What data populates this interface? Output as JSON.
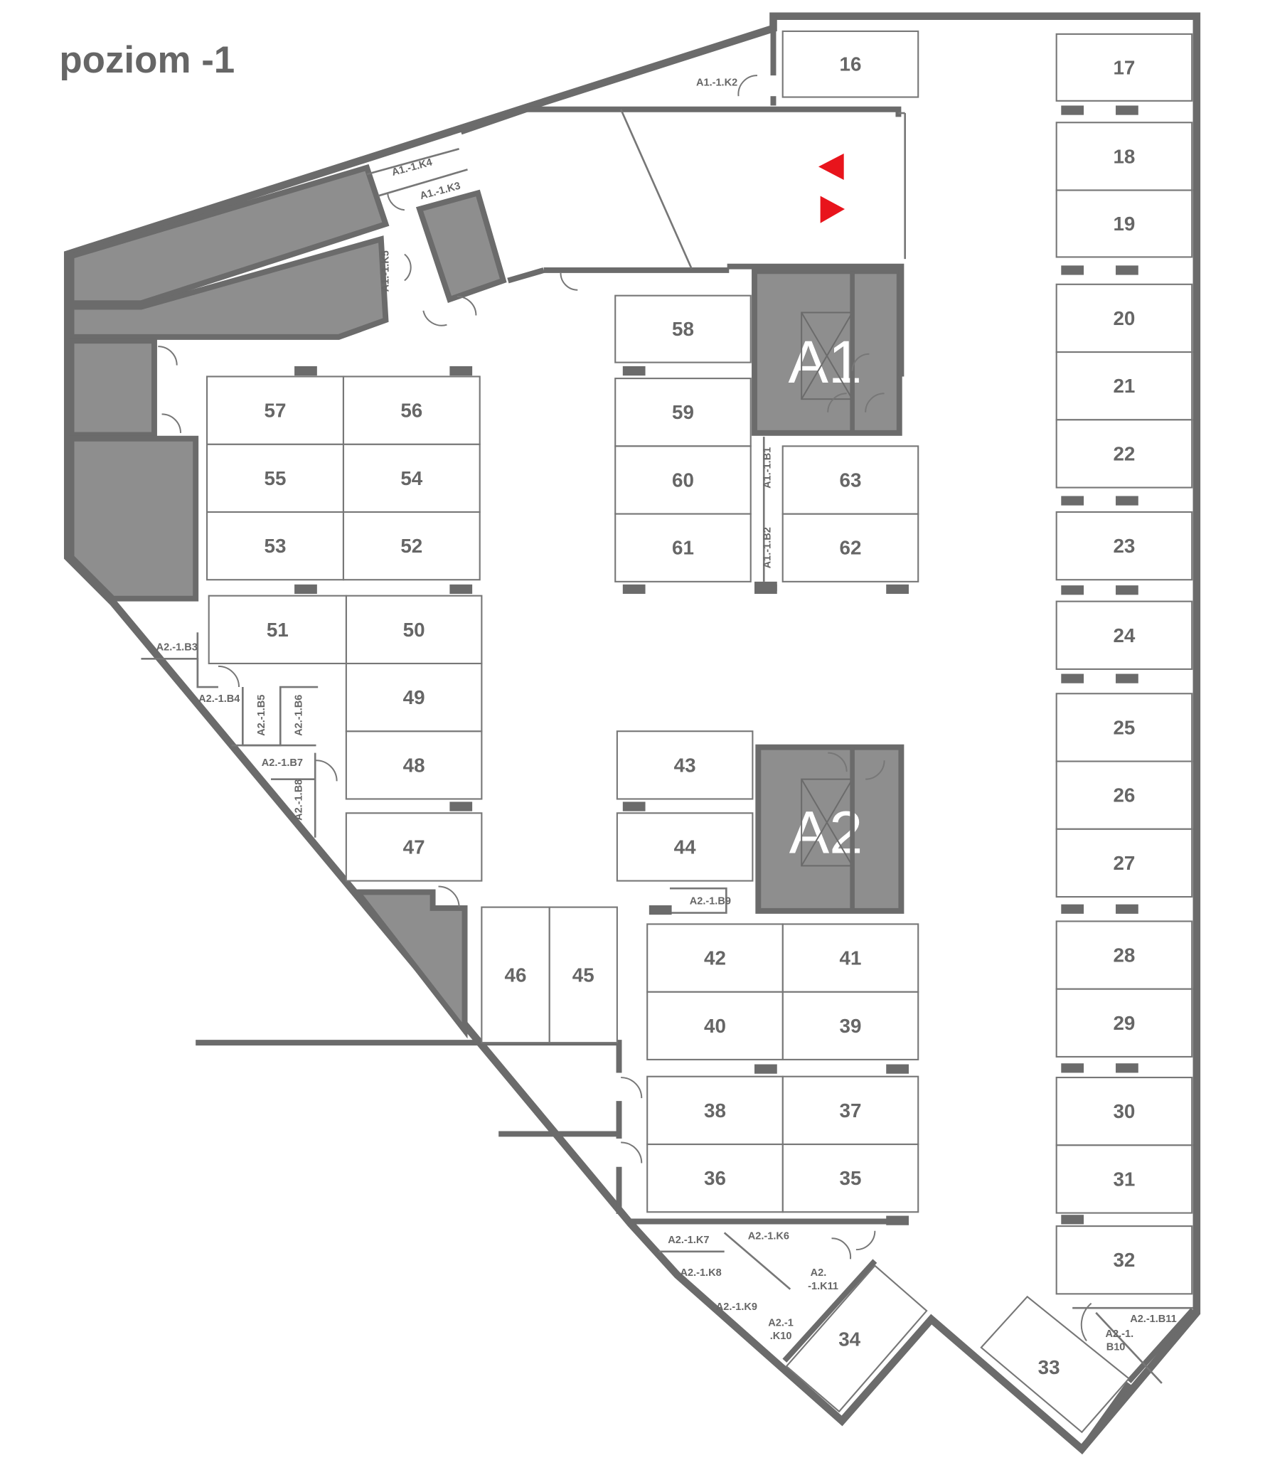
{
  "title": "poziom -1",
  "colors": {
    "wall": "#6b6b6b",
    "block": "#8e8e8e",
    "line": "#777777",
    "arrow": "#e8141c"
  },
  "cores": {
    "a1": "A1",
    "a2": "A2"
  },
  "spaces": [
    "16",
    "17",
    "18",
    "19",
    "20",
    "21",
    "22",
    "23",
    "24",
    "25",
    "26",
    "27",
    "28",
    "29",
    "30",
    "31",
    "32",
    "33",
    "34",
    "35",
    "36",
    "37",
    "38",
    "39",
    "40",
    "41",
    "42",
    "43",
    "44",
    "45",
    "46",
    "47",
    "48",
    "49",
    "50",
    "51",
    "52",
    "53",
    "54",
    "55",
    "56",
    "57",
    "58",
    "59",
    "60",
    "61",
    "62",
    "63"
  ],
  "storage": {
    "k2": "A1.-1.K2",
    "k4": "A1.-1.K4",
    "k3": "A1.-1.K3",
    "k5": "A1.-1.K5",
    "b1": "A1.-1.B1",
    "b2": "A1.-1.B2",
    "b3": "A2.-1.B3",
    "b4": "A2.-1.B4",
    "b5": "A2.-1.B5",
    "b6": "A2.-1.B6",
    "b7": "A2.-1.B7",
    "b8": "A2.-1.B8",
    "b9": "A2.-1.B9",
    "b10a": "A2.-1.",
    "b10b": "B10",
    "b11": "A2.-1.B11",
    "k6": "A2.-1.K6",
    "k7": "A2.-1.K7",
    "k8": "A2.-1.K8",
    "k9": "A2.-1.K9",
    "k10a": "A2.-1",
    "k10b": ".K10",
    "k11a": "A2.",
    "k11b": "-1.K11"
  }
}
